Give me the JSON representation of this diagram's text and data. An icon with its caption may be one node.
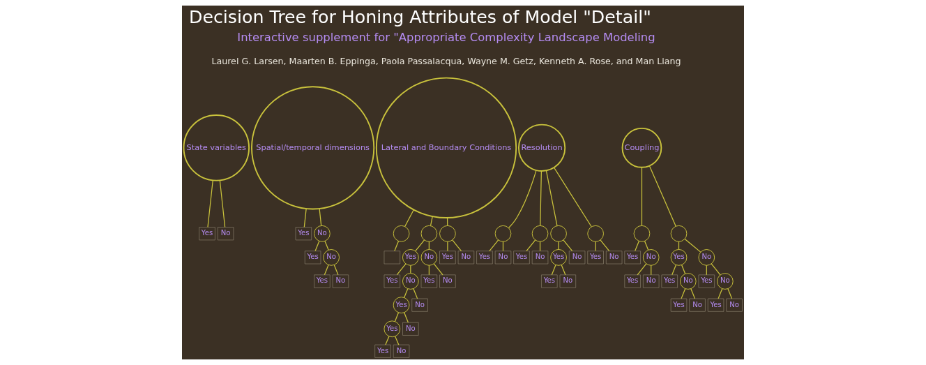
{
  "diagram": {
    "title": "Decision Tree for Honing Attributes of Model \"Detail\"",
    "nodes": [
      {
        "text": [
          "State variables"
        ]
      },
      {
        "text": [
          "Yes"
        ]
      },
      {
        "text": [
          "No"
        ]
      },
      {
        "text": [
          "Spatial/temporal dimensions"
        ]
      },
      {
        "text": [
          "Yes"
        ]
      },
      {
        "text": [
          "No"
        ]
      },
      {
        "text": [
          "Yes"
        ]
      },
      {
        "text": [
          "No"
        ]
      },
      {
        "text": [
          "Yes"
        ]
      },
      {
        "text": [
          "No"
        ]
      },
      {
        "text": [
          "Lateral and Boundary Conditions"
        ]
      },
      {
        "text": [],
        "shape": "circle"
      },
      {
        "text": [],
        "shape": "circle"
      },
      {
        "text": [],
        "shape": "circle"
      },
      {
        "text": [],
        "shape": "box"
      },
      {
        "text": [
          "Yes"
        ]
      },
      {
        "text": [
          "No"
        ]
      },
      {
        "text": [
          "Yes"
        ]
      },
      {
        "text": [
          "No"
        ]
      },
      {
        "text": [
          "Yes"
        ]
      },
      {
        "text": [
          "No"
        ]
      },
      {
        "text": [
          "Yes"
        ]
      },
      {
        "text": [
          "No"
        ]
      },
      {
        "text": [
          "Yes"
        ]
      },
      {
        "text": [
          "No"
        ]
      },
      {
        "text": [
          "Yes"
        ]
      },
      {
        "text": [
          "No"
        ]
      },
      {
        "text": [
          "Yes"
        ]
      },
      {
        "text": [
          "No"
        ]
      },
      {
        "text": [
          "Resolution"
        ]
      },
      {
        "text": [],
        "shape": "circle"
      },
      {
        "text": [],
        "shape": "circle"
      },
      {
        "text": [],
        "shape": "circle"
      },
      {
        "text": [],
        "shape": "circle"
      },
      {
        "text": [
          "Yes"
        ]
      },
      {
        "text": [
          "No"
        ]
      },
      {
        "text": [
          "Yes"
        ]
      },
      {
        "text": [
          "No"
        ]
      },
      {
        "text": [
          "Yes"
        ]
      },
      {
        "text": [
          "No"
        ]
      },
      {
        "text": [
          "Yes"
        ]
      },
      {
        "text": [
          "No"
        ]
      },
      {
        "text": [
          "Yes"
        ]
      },
      {
        "text": [
          "No"
        ]
      },
      {
        "text": [
          "Coupling"
        ]
      },
      {
        "text": [],
        "shape": "circle"
      },
      {
        "text": [],
        "shape": "circle"
      },
      {
        "text": [
          "Yes"
        ]
      },
      {
        "text": [
          "No"
        ]
      },
      {
        "text": [
          "Yes"
        ]
      },
      {
        "text": [
          "No"
        ]
      },
      {
        "text": [
          "Yes"
        ]
      },
      {
        "text": [
          "No"
        ]
      },
      {
        "text": [
          "Yes"
        ]
      },
      {
        "text": [
          "No"
        ]
      },
      {
        "text": [
          "Yes"
        ]
      },
      {
        "text": [
          "No"
        ]
      },
      {
        "text": [
          "Yes"
        ]
      },
      {
        "text": [
          "No"
        ]
      },
      {
        "text": [
          "Yes"
        ]
      },
      {
        "text": [
          "No"
        ]
      }
    ],
    "edges": [
      {
        "from": 0,
        "to": 1,
        "arrow": "none"
      },
      {
        "from": 0,
        "to": 2,
        "arrow": "none"
      },
      {
        "from": 3,
        "to": 4,
        "arrow": "none"
      },
      {
        "from": 3,
        "to": 5,
        "arrow": "none"
      },
      {
        "from": 5,
        "to": 6,
        "arrow": "none"
      },
      {
        "from": 5,
        "to": 7,
        "arrow": "none"
      },
      {
        "from": 7,
        "to": 8,
        "arrow": "none"
      },
      {
        "from": 7,
        "to": 9,
        "arrow": "none"
      },
      {
        "from": 10,
        "to": 11,
        "arrow": "none"
      },
      {
        "from": 10,
        "to": 12,
        "arrow": "none"
      },
      {
        "from": 10,
        "to": 13,
        "arrow": "none"
      },
      {
        "from": 11,
        "to": 14,
        "arrow": "none"
      },
      {
        "from": 12,
        "to": 15,
        "arrow": "none"
      },
      {
        "from": 12,
        "to": 16,
        "arrow": "none"
      },
      {
        "from": 15,
        "to": 17,
        "arrow": "none"
      },
      {
        "from": 15,
        "to": 18,
        "arrow": "none"
      },
      {
        "from": 16,
        "to": 19,
        "arrow": "none"
      },
      {
        "from": 16,
        "to": 20,
        "arrow": "none"
      },
      {
        "from": 13,
        "to": 21,
        "arrow": "none"
      },
      {
        "from": 13,
        "to": 22,
        "arrow": "none"
      },
      {
        "from": 18,
        "to": 23,
        "arrow": "none"
      },
      {
        "from": 18,
        "to": 24,
        "arrow": "none"
      },
      {
        "from": 23,
        "to": 25,
        "arrow": "none"
      },
      {
        "from": 23,
        "to": 26,
        "arrow": "none"
      },
      {
        "from": 25,
        "to": 27,
        "arrow": "none"
      },
      {
        "from": 25,
        "to": 28,
        "arrow": "none"
      },
      {
        "from": 29,
        "to": 30,
        "arrow": "none"
      },
      {
        "from": 29,
        "to": 31,
        "arrow": "none"
      },
      {
        "from": 29,
        "to": 32,
        "arrow": "none"
      },
      {
        "from": 29,
        "to": 33,
        "arrow": "none"
      },
      {
        "from": 30,
        "to": 34,
        "arrow": "none"
      },
      {
        "from": 30,
        "to": 35,
        "arrow": "none"
      },
      {
        "from": 31,
        "to": 36,
        "arrow": "none"
      },
      {
        "from": 31,
        "to": 37,
        "arrow": "none"
      },
      {
        "from": 32,
        "to": 38,
        "arrow": "none"
      },
      {
        "from": 32,
        "to": 39,
        "arrow": "none"
      },
      {
        "from": 33,
        "to": 40,
        "arrow": "none"
      },
      {
        "from": 33,
        "to": 41,
        "arrow": "none"
      },
      {
        "from": 38,
        "to": 42,
        "arrow": "none"
      },
      {
        "from": 38,
        "to": 43,
        "arrow": "none"
      },
      {
        "from": 44,
        "to": 45,
        "arrow": "none"
      },
      {
        "from": 44,
        "to": 46,
        "arrow": "none"
      },
      {
        "from": 45,
        "to": 47,
        "arrow": "none"
      },
      {
        "from": 45,
        "to": 48,
        "arrow": "none"
      },
      {
        "from": 46,
        "to": 49,
        "arrow": "none"
      },
      {
        "from": 46,
        "to": 50,
        "arrow": "none"
      },
      {
        "from": 48,
        "to": 51,
        "arrow": "none"
      },
      {
        "from": 48,
        "to": 52,
        "arrow": "none"
      },
      {
        "from": 49,
        "to": 53,
        "arrow": "none"
      },
      {
        "from": 49,
        "to": 54,
        "arrow": "none"
      },
      {
        "from": 50,
        "to": 55,
        "arrow": "none"
      },
      {
        "from": 50,
        "to": 56,
        "arrow": "none"
      },
      {
        "from": 54,
        "to": 57,
        "arrow": "none"
      },
      {
        "from": 54,
        "to": 58,
        "arrow": "none"
      },
      {
        "from": 56,
        "to": 59,
        "arrow": "none"
      },
      {
        "from": 56,
        "to": 60,
        "arrow": "none"
      }
    ],
    "labels": [
      "Interactive supplement for \"Appropriate Complexity Landscape Modeling",
      "Laurel G. Larsen, Maarten B. Eppinga, Paola Passalacqua, Wayne M. Getz, Kenneth A. Rose, and Man Liang"
    ]
  }
}
